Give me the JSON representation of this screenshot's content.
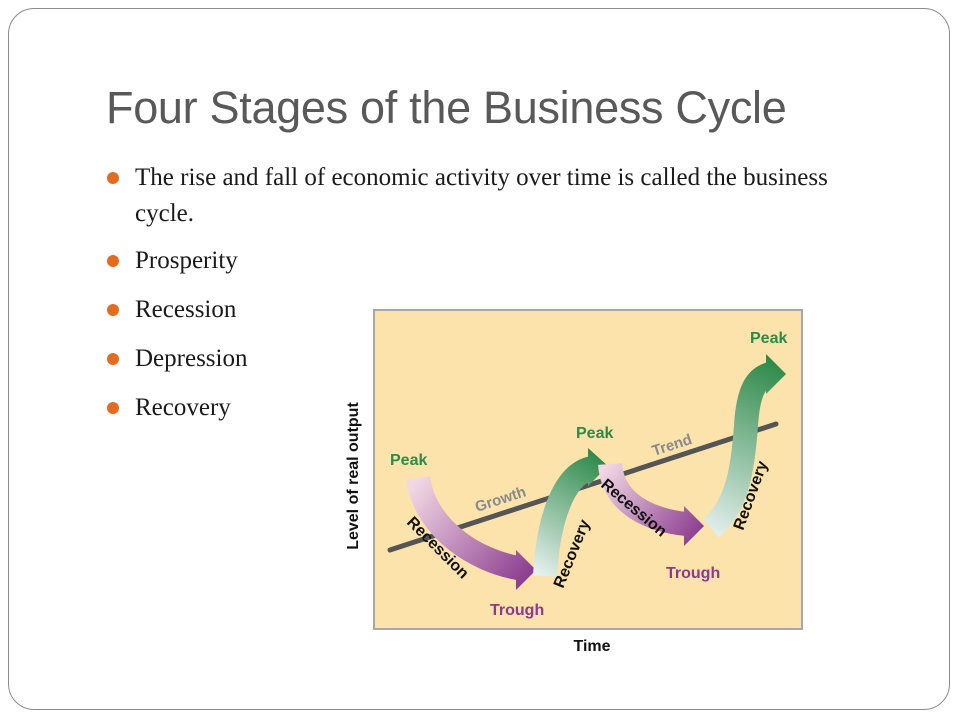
{
  "slide": {
    "title": "Four Stages of the Business Cycle",
    "bullets": [
      "The rise and fall of economic activity over time is called the business cycle.",
      "Prosperity",
      "Recession",
      "Depression",
      "Recovery"
    ]
  },
  "diagram": {
    "y_axis_label": "Level of real output",
    "x_axis_label": "Time",
    "trend_label": "Trend",
    "growth_label": "Growth",
    "peak_labels": [
      "Peak",
      "Peak",
      "Peak"
    ],
    "trough_labels": [
      "Trough",
      "Trough"
    ],
    "recession_labels": [
      "Recession",
      "Recession"
    ],
    "recovery_labels": [
      "Recovery",
      "Recovery"
    ],
    "colors": {
      "background": "#fbe3ab",
      "recession_arrow": "#8a3b8e",
      "recovery_arrow": "#2e8a4a",
      "label_green": "#2e8a4a",
      "label_purple": "#8a3b8e",
      "trend_line": "#555555"
    }
  }
}
